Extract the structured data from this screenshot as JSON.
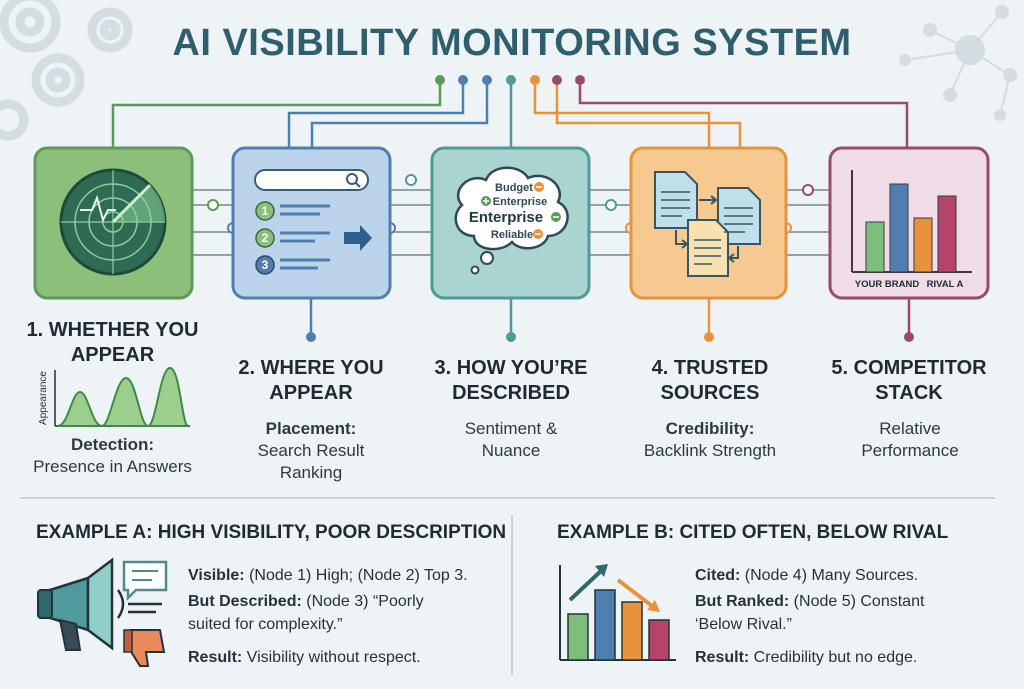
{
  "title": "AI VISIBILITY MONITORING SYSTEM",
  "colors": {
    "node1": "#5b9a5a",
    "node2": "#4f7fb0",
    "node3": "#4f9a9a",
    "node4": "#e8923a",
    "node5": "#9a4a6a",
    "bg": "#eef3f5"
  },
  "nodes": [
    {
      "title": "1. WHETHER YOU\nAPPEAR",
      "label": "Detection:",
      "desc": "Presence in Answers",
      "icon": "radar-icon",
      "chart_axis": "Appearance"
    },
    {
      "title": "2. WHERE YOU\nAPPEAR",
      "label": "Placement:",
      "desc": "Search Result Ranking",
      "icon": "search-results-icon",
      "ranks": [
        "1",
        "2",
        "3"
      ]
    },
    {
      "title": "3. HOW YOU’RE\nDESCRIBED",
      "label": "",
      "desc": "Sentiment & Nuance",
      "icon": "thought-cloud-icon",
      "cloud_words": [
        "Budget",
        "Enterprise",
        "Enterprise",
        "Reliable"
      ]
    },
    {
      "title": "4. TRUSTED\nSOURCES",
      "label": "Credibility:",
      "desc": "Backlink Strength",
      "icon": "documents-icon"
    },
    {
      "title": "5. COMPETITOR\nSTACK",
      "label": "",
      "desc": "Relative Performance",
      "icon": "bar-chart-icon",
      "chart_labels": [
        "YOUR BRAND",
        "RIVAL A"
      ]
    }
  ],
  "examples": [
    {
      "title": "EXAMPLE A: HIGH VISIBILITY, POOR DESCRIPTION",
      "icon": "megaphone-icon",
      "lines": [
        {
          "label": "Visible:",
          "text": " (Node 1) High; (Node 2) Top 3."
        },
        {
          "label": "But Described:",
          "text": " (Node 3) “Poorly"
        },
        {
          "label": "",
          "text": "suited for complexity.”"
        },
        {
          "label": "Result:",
          "text": " Visibility without respect."
        }
      ]
    },
    {
      "title": "EXAMPLE B: CITED OFTEN, BELOW RIVAL",
      "icon": "trend-chart-icon",
      "lines": [
        {
          "label": "Cited:",
          "text": " (Node 4) Many Sources."
        },
        {
          "label": "But Ranked:",
          "text": " (Node 5) Constant"
        },
        {
          "label": "",
          "text": "‘Below Rival.”"
        },
        {
          "label": "Result:",
          "text": " Credibility but no edge."
        }
      ]
    }
  ]
}
